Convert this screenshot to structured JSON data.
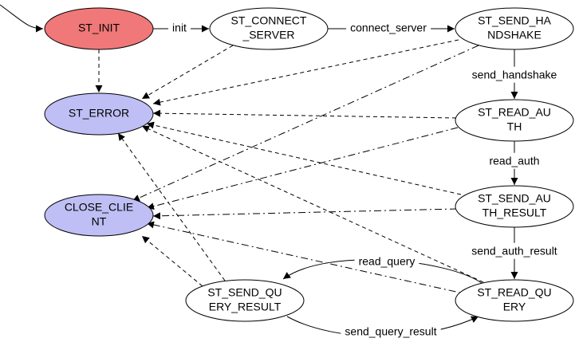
{
  "diagram": {
    "nodes": [
      {
        "id": "st_init",
        "lines": [
          "ST_INIT"
        ],
        "fill": "#f07878"
      },
      {
        "id": "st_connect_server",
        "lines": [
          "ST_CONNECT",
          "_SERVER"
        ],
        "fill": "#ffffff"
      },
      {
        "id": "st_send_handshake",
        "lines": [
          "ST_SEND_HA",
          "NDSHAKE"
        ],
        "fill": "#ffffff"
      },
      {
        "id": "st_error",
        "lines": [
          "ST_ERROR"
        ],
        "fill": "#bfbff5"
      },
      {
        "id": "st_read_auth",
        "lines": [
          "ST_READ_AU",
          "TH"
        ],
        "fill": "#ffffff"
      },
      {
        "id": "close_client",
        "lines": [
          "CLOSE_CLIE",
          "NT"
        ],
        "fill": "#bfbff5"
      },
      {
        "id": "st_send_auth_result",
        "lines": [
          "ST_SEND_AU",
          "TH_RESULT"
        ],
        "fill": "#ffffff"
      },
      {
        "id": "st_send_query_result",
        "lines": [
          "ST_SEND_QU",
          "ERY_RESULT"
        ],
        "fill": "#ffffff"
      },
      {
        "id": "st_read_query",
        "lines": [
          "ST_READ_QU",
          "ERY"
        ],
        "fill": "#ffffff"
      }
    ],
    "edges": [
      {
        "id": "e-start-init",
        "from": "start",
        "to": "st_init",
        "style": "solid",
        "label": ""
      },
      {
        "id": "e-init-connect",
        "from": "st_init",
        "to": "st_connect_server",
        "style": "solid",
        "label": "init"
      },
      {
        "id": "e-connect-handshake",
        "from": "st_connect_server",
        "to": "st_send_handshake",
        "style": "solid",
        "label": "connect_server"
      },
      {
        "id": "e-handshake-readauth",
        "from": "st_send_handshake",
        "to": "st_read_auth",
        "style": "solid",
        "label": "send_handshake"
      },
      {
        "id": "e-readauth-sendauth",
        "from": "st_read_auth",
        "to": "st_send_auth_result",
        "style": "solid",
        "label": "read_auth"
      },
      {
        "id": "e-sendauth-readquery",
        "from": "st_send_auth_result",
        "to": "st_read_query",
        "style": "solid",
        "label": "send_auth_result"
      },
      {
        "id": "e-readquery-sendquery",
        "from": "st_read_query",
        "to": "st_send_query_result",
        "style": "solid",
        "label": "read_query"
      },
      {
        "id": "e-sendquery-readquery",
        "from": "st_send_query_result",
        "to": "st_read_query",
        "style": "solid",
        "label": "send_query_result"
      },
      {
        "id": "e-init-error",
        "from": "st_init",
        "to": "st_error",
        "style": "dashed",
        "label": ""
      },
      {
        "id": "e-connect-error",
        "from": "st_connect_server",
        "to": "st_error",
        "style": "dashed",
        "label": ""
      },
      {
        "id": "e-handshake-error",
        "from": "st_send_handshake",
        "to": "st_error",
        "style": "dashed",
        "label": ""
      },
      {
        "id": "e-readauth-error",
        "from": "st_read_auth",
        "to": "st_error",
        "style": "dashed",
        "label": ""
      },
      {
        "id": "e-sendauth-error",
        "from": "st_send_auth_result",
        "to": "st_error",
        "style": "dashed",
        "label": ""
      },
      {
        "id": "e-readquery-error",
        "from": "st_read_query",
        "to": "st_error",
        "style": "dashed",
        "label": ""
      },
      {
        "id": "e-sendquery-error",
        "from": "st_send_query_result",
        "to": "st_error",
        "style": "dashed",
        "label": ""
      },
      {
        "id": "e-handshake-close",
        "from": "st_send_handshake",
        "to": "close_client",
        "style": "dashdot",
        "label": ""
      },
      {
        "id": "e-readauth-close",
        "from": "st_read_auth",
        "to": "close_client",
        "style": "dashdot",
        "label": ""
      },
      {
        "id": "e-sendauth-close",
        "from": "st_send_auth_result",
        "to": "close_client",
        "style": "dashdot",
        "label": ""
      },
      {
        "id": "e-readquery-close",
        "from": "st_read_query",
        "to": "close_client",
        "style": "dashdot",
        "label": ""
      },
      {
        "id": "e-sendquery-close",
        "from": "st_send_query_result",
        "to": "close_client",
        "style": "dashed",
        "label": ""
      }
    ]
  }
}
